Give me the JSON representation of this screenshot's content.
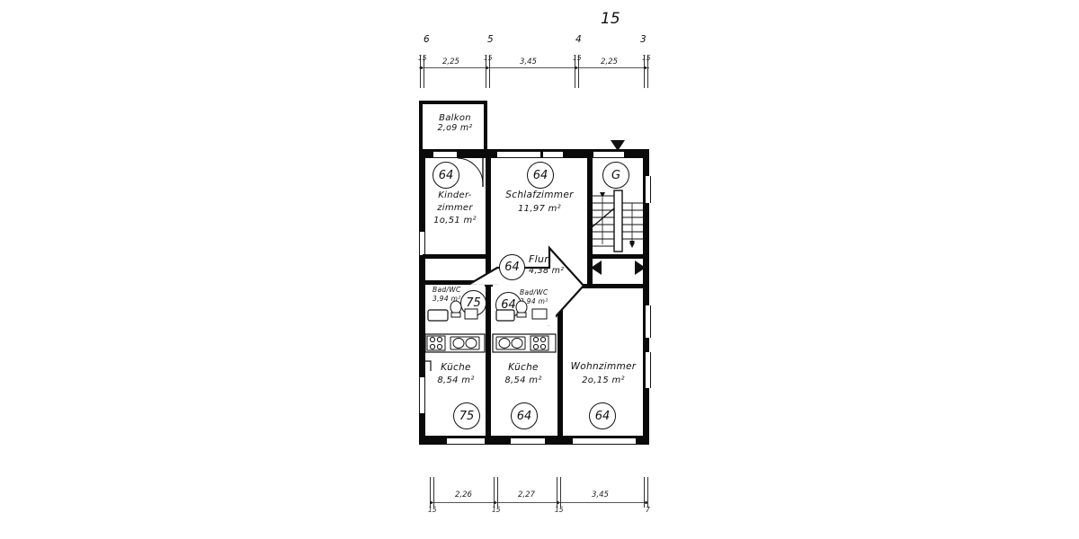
{
  "drawing": {
    "title": "15",
    "type": "floor-plan",
    "background": "#ffffff",
    "ink": "#111111"
  },
  "axes": {
    "labels": [
      "6",
      "5",
      "4",
      "3"
    ]
  },
  "dimensions": {
    "top": {
      "wall_thickness": [
        "15",
        "15",
        "15",
        "15"
      ],
      "spans": [
        "2,25",
        "3,45",
        "2,25"
      ]
    },
    "bottom": {
      "wall_thickness": [
        "15",
        "15",
        "15",
        "7"
      ],
      "spans": [
        "2,26",
        "2,27",
        "3,45"
      ]
    }
  },
  "rooms": [
    {
      "id": "balkon",
      "name": "Balkon",
      "area": "2,o9 m²",
      "marker": ""
    },
    {
      "id": "kinder",
      "name": "Kinder-",
      "name2": "zimmer",
      "area": "1o,51 m²",
      "marker": "64"
    },
    {
      "id": "schlaf",
      "name": "Schlafzimmer",
      "area": "11,97 m²",
      "marker": "64"
    },
    {
      "id": "treppenhaus",
      "name": "",
      "area": "",
      "marker": "G"
    },
    {
      "id": "flur",
      "name": "Flur",
      "area": "4,38 m²",
      "marker": "64"
    },
    {
      "id": "bad-left",
      "name": "Bad/WC",
      "area": "3,94 m²",
      "marker": "75"
    },
    {
      "id": "bad-right",
      "name": "Bad/WC",
      "area": "3,94 m²",
      "marker": "64"
    },
    {
      "id": "kueche-left",
      "name": "Küche",
      "area": "8,54 m²",
      "marker": "75"
    },
    {
      "id": "kueche-right",
      "name": "Küche",
      "area": "8,54 m²",
      "marker": "64"
    },
    {
      "id": "wohnzimmer",
      "name": "Wohnzimmer",
      "area": "2o,15 m²",
      "marker": "64"
    }
  ],
  "markers": {
    "balkon_top": "64",
    "schlaf_top": "64",
    "stair_top": "G",
    "flur": "64",
    "bad_left": "75",
    "bad_right": "64",
    "kueche_left": "75",
    "kueche_right": "64",
    "wohn": "64"
  },
  "icons": {
    "entry_arrow": "down-triangle-icon",
    "door_left": "left-triangle-icon",
    "door_right": "right-triangle-icon",
    "stair_up": "stair-up-arrow-icon",
    "stair_down": "stair-down-arrow-icon"
  }
}
